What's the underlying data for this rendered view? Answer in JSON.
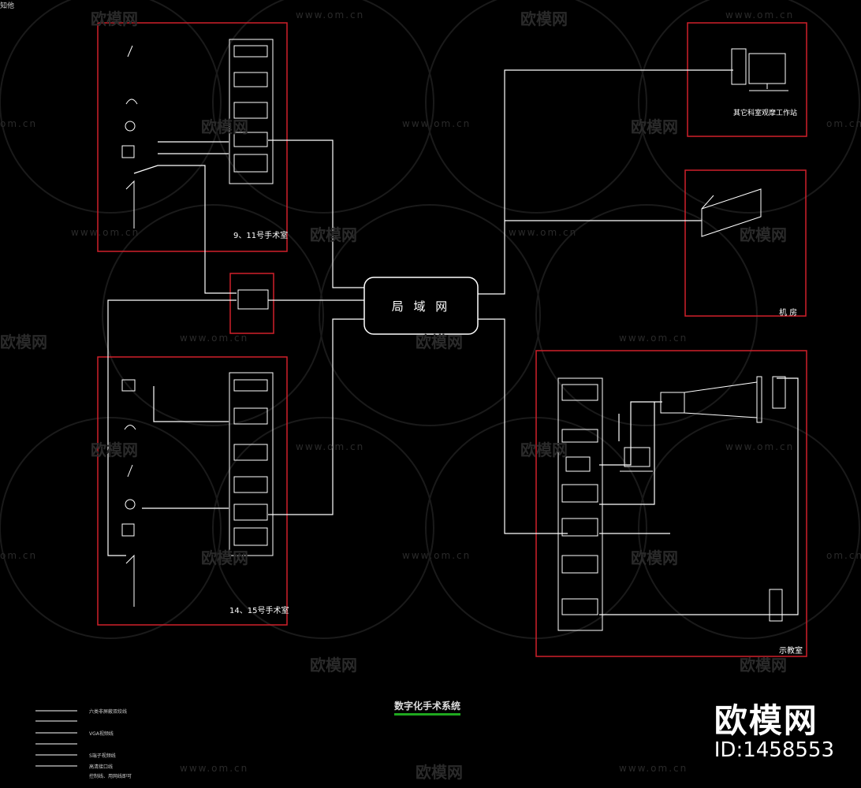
{
  "corner_tag": "知他",
  "lan": {
    "label": "局 域 网"
  },
  "rooms": {
    "or_9_11": "9、11号手术室",
    "or_14_15": "14、15号手术室",
    "workstation": "其它科室观摩工作站",
    "machine_room": "机 房",
    "demo_room": "示教室"
  },
  "diagram_title": "数字化手术系统",
  "legend": [
    "六类非屏蔽双绞线",
    "VGA视频线",
    "S端子视频线",
    "高清接口线",
    "控制线、用网线即可"
  ],
  "watermark": {
    "brand": "欧模网",
    "url": "www.om.cn",
    "url_short": "om.cn",
    "id": "ID:1458553"
  },
  "colors": {
    "background": "#000000",
    "room_border": "#d0202a",
    "line": "#ffffff",
    "title_underline": "#1fa81f"
  }
}
